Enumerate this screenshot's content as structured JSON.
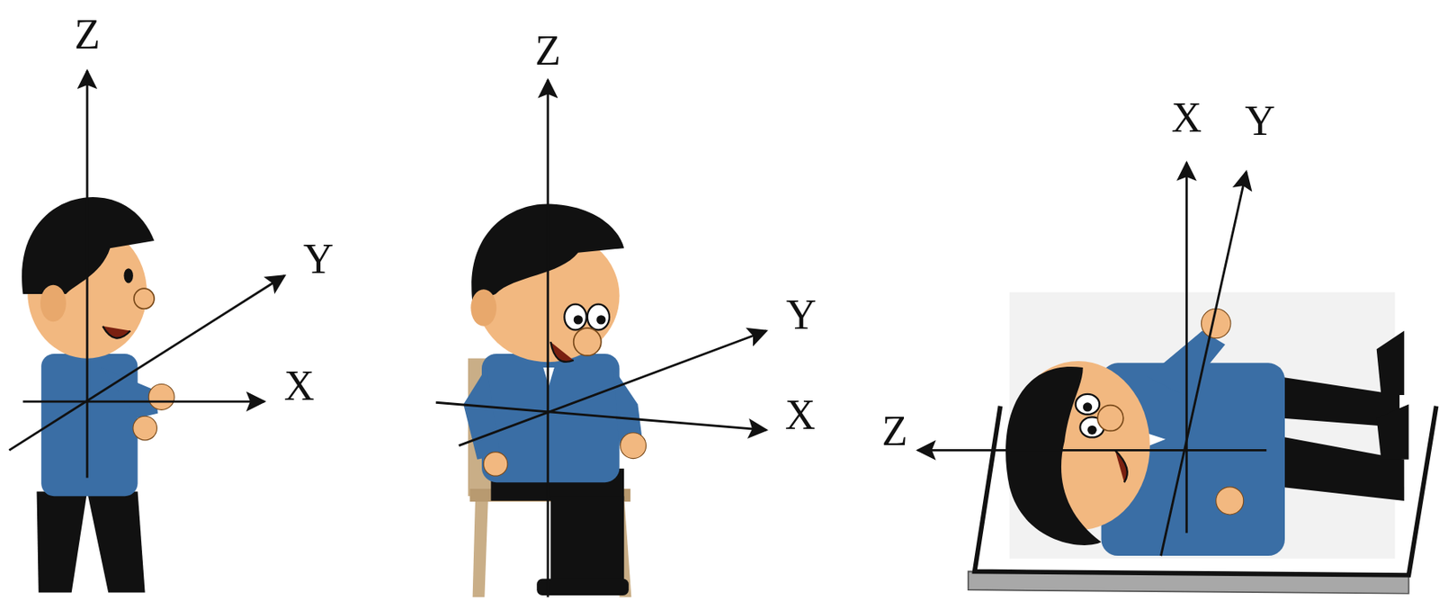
{
  "diagram": {
    "labels": [
      "Z",
      "Y",
      "X",
      "Z",
      "Y",
      "X",
      "X",
      "Y",
      "Z"
    ]
  }
}
